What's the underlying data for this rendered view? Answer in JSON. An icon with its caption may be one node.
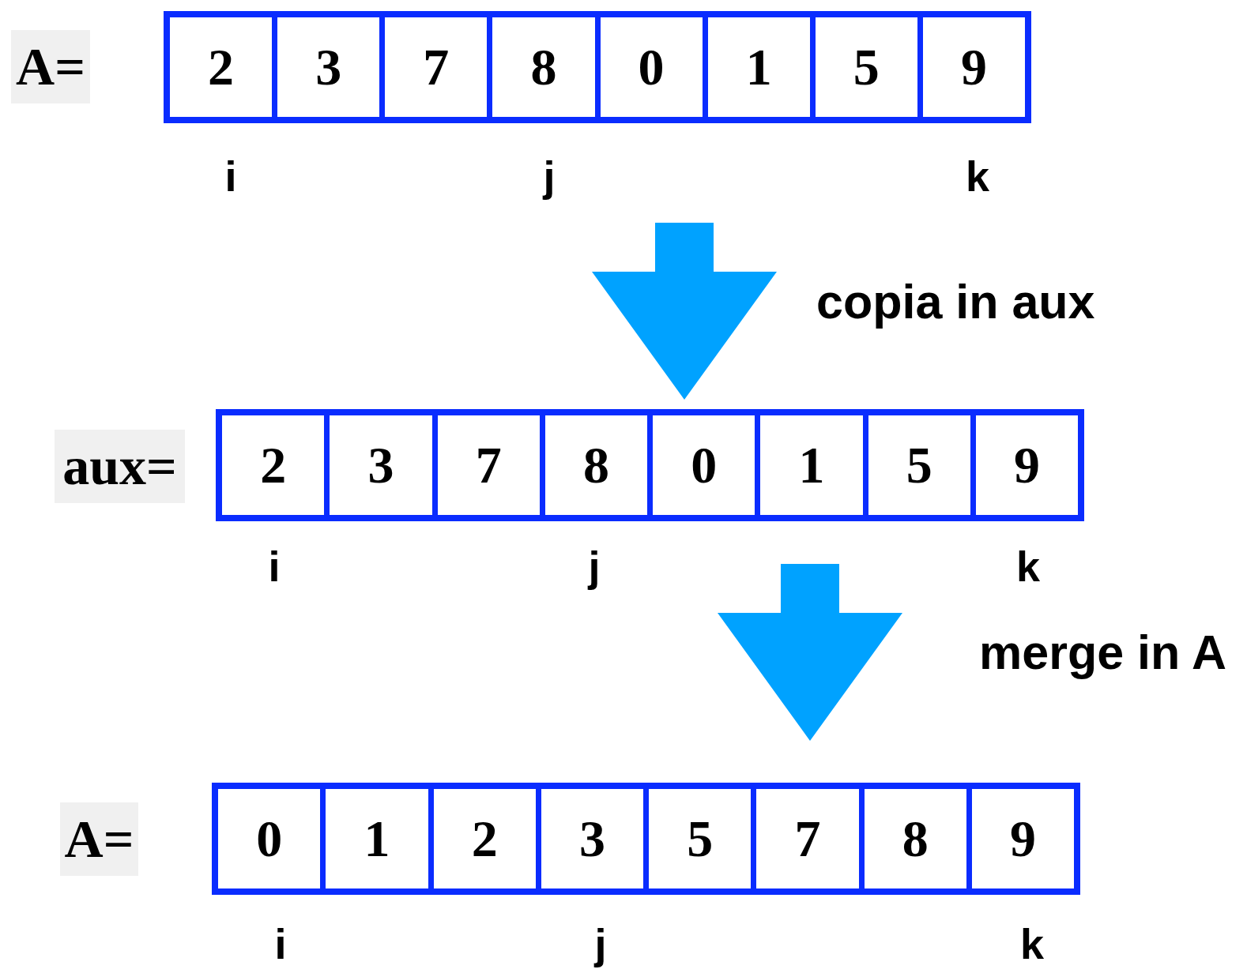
{
  "diagram": {
    "nodes": [
      {
        "text": [
          "A="
        ]
      },
      {
        "text": [],
        "shape": "box"
      },
      {
        "text": [
          "2"
        ],
        "in": 1
      },
      {
        "text": [
          "3"
        ],
        "in": 1
      },
      {
        "text": [
          "7"
        ],
        "in": 1
      },
      {
        "text": [
          "8"
        ],
        "in": 1
      },
      {
        "text": [
          "0"
        ],
        "in": 1
      },
      {
        "text": [
          "1"
        ],
        "in": 1
      },
      {
        "text": [
          "5"
        ],
        "in": 1
      },
      {
        "text": [
          "9"
        ],
        "in": 1
      },
      {
        "text": [
          "aux="
        ]
      },
      {
        "text": [],
        "shape": "box"
      },
      {
        "text": [
          "2"
        ],
        "in": 11
      },
      {
        "text": [
          "3"
        ],
        "in": 11
      },
      {
        "text": [
          "7"
        ],
        "in": 11
      },
      {
        "text": [
          "8"
        ],
        "in": 11
      },
      {
        "text": [
          "0"
        ],
        "in": 11
      },
      {
        "text": [
          "1"
        ],
        "in": 11
      },
      {
        "text": [
          "5"
        ],
        "in": 11
      },
      {
        "text": [
          "9"
        ],
        "in": 11
      },
      {
        "text": [
          "A="
        ]
      },
      {
        "text": [],
        "shape": "box"
      },
      {
        "text": [
          "0"
        ],
        "in": 21
      },
      {
        "text": [
          "1"
        ],
        "in": 21
      },
      {
        "text": [
          "2"
        ],
        "in": 21
      },
      {
        "text": [
          "3"
        ],
        "in": 21
      },
      {
        "text": [
          "5"
        ],
        "in": 21
      },
      {
        "text": [
          "7"
        ],
        "in": 21
      },
      {
        "text": [
          "8"
        ],
        "in": 21
      },
      {
        "text": [
          "9"
        ],
        "in": 21
      }
    ],
    "edges": [
      {
        "from": 1,
        "to": 11,
        "arrow": "to",
        "label": "copia in aux",
        "style": "thick"
      },
      {
        "from": 11,
        "to": 21,
        "arrow": "to",
        "label": "merge in A",
        "style": "thick"
      }
    ],
    "labels": [
      "i",
      "j",
      "k",
      "i",
      "j",
      "k",
      "i",
      "j",
      "k"
    ]
  }
}
